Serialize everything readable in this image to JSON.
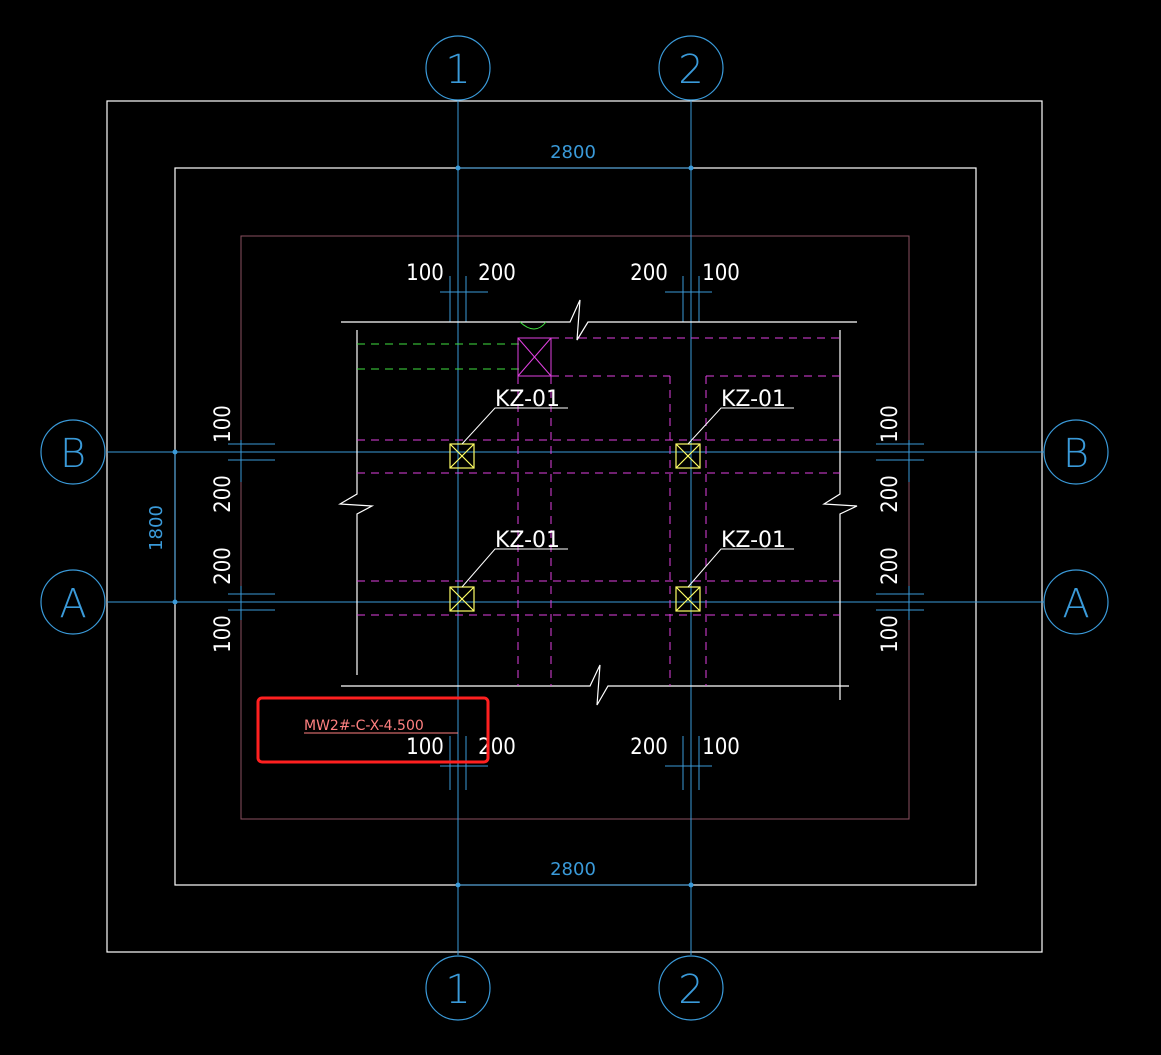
{
  "colors": {
    "background": "#000000",
    "axis": "#3a9ad9",
    "boundary": "#ffffff",
    "column_outline": "#ffff66",
    "dashed_wall": "#e040e0",
    "green_dashed": "#40e040",
    "highlight_box": "#ff2020",
    "note_text": "#ff8080",
    "inner_rect": "#8a5060"
  },
  "axes": {
    "columns": [
      {
        "id": "col-1",
        "label": "1"
      },
      {
        "id": "col-2",
        "label": "2"
      }
    ],
    "rows": [
      {
        "id": "row-b",
        "label": "B"
      },
      {
        "id": "row-a",
        "label": "A"
      }
    ]
  },
  "dimensions": {
    "span_top": "2800",
    "span_bottom": "2800",
    "span_left": "1800",
    "top_left_a": "100",
    "top_left_b": "200",
    "top_right_a": "200",
    "top_right_b": "100",
    "bottom_left_a": "100",
    "bottom_left_b": "200",
    "bottom_right_a": "200",
    "bottom_right_b": "100",
    "left_b_top": "100",
    "left_b_bottom": "200",
    "left_a_top": "200",
    "left_a_bottom": "100",
    "right_b_top": "100",
    "right_b_bottom": "200",
    "right_a_top": "200",
    "right_a_bottom": "100"
  },
  "columns": [
    {
      "id": "kz-b1",
      "label": "KZ-01"
    },
    {
      "id": "kz-b2",
      "label": "KZ-01"
    },
    {
      "id": "kz-a1",
      "label": "KZ-01"
    },
    {
      "id": "kz-a2",
      "label": "KZ-01"
    }
  ],
  "note": {
    "text": "MW2#-C-X-4.500"
  }
}
